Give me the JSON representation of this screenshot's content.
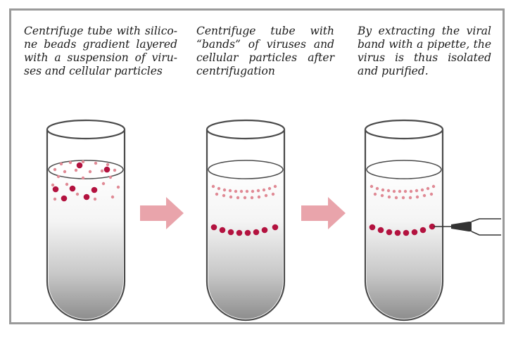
{
  "captions": [
    "Centrifuge tube with silico-ne beads gradient layered with a suspension of viru-ses and cellular particles",
    "Centrifuge tube with “bands” of viruses and cellular particles after centrifugation",
    "By extracting the viral band with a pipette, the virus is thus isolated and purified."
  ],
  "colors": {
    "frame": "#9a9a9a",
    "tube_outline": "#4a4a4a",
    "dark_particle": "#b3123f",
    "light_particle": "#e08a95",
    "arrow": "#e9a4ab"
  }
}
